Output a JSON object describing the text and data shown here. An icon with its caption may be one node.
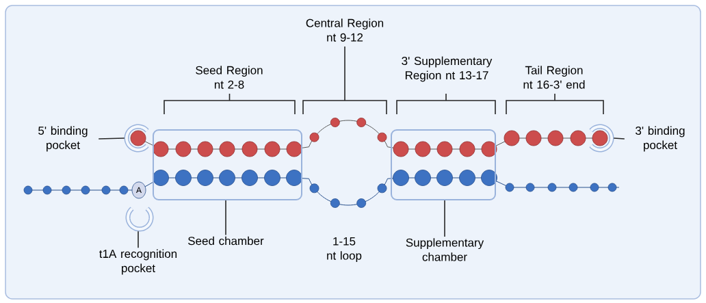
{
  "diagram": {
    "nodes": [
      {
        "text": [
          "5' binding pocket"
        ]
      },
      {
        "text": [],
        "shape": "picture"
      },
      {
        "text": [],
        "shape": "box"
      },
      {
        "text": [
          "Seed chamber"
        ]
      },
      {
        "text": [],
        "shape": "box"
      },
      {
        "text": [
          "Supplementary chamber"
        ]
      },
      {
        "text": [
          "3' binding pocket"
        ]
      },
      {
        "text": [],
        "shape": "picture"
      },
      {
        "text": [
          "t1A recognition pocket"
        ]
      },
      {
        "text": [],
        "shape": "picture"
      },
      {
        "text": [
          "A"
        ]
      }
    ],
    "edges": [
      {
        "from": 0,
        "to": 1,
        "arrow": "none"
      },
      {
        "from": 3,
        "to": 2,
        "arrow": "none"
      },
      {
        "from": 5,
        "to": 4,
        "arrow": "none"
      },
      {
        "from": 6,
        "to": 7,
        "arrow": "none"
      },
      {
        "from": 8,
        "to": 9,
        "arrow": "none"
      }
    ],
    "labels": [
      "Central Region nt 9-12",
      "3' Supplementary Region nt 13-17",
      "Seed Region nt 2-8",
      "Tail Region nt 16-3' end",
      "1-15 nt loop"
    ]
  }
}
